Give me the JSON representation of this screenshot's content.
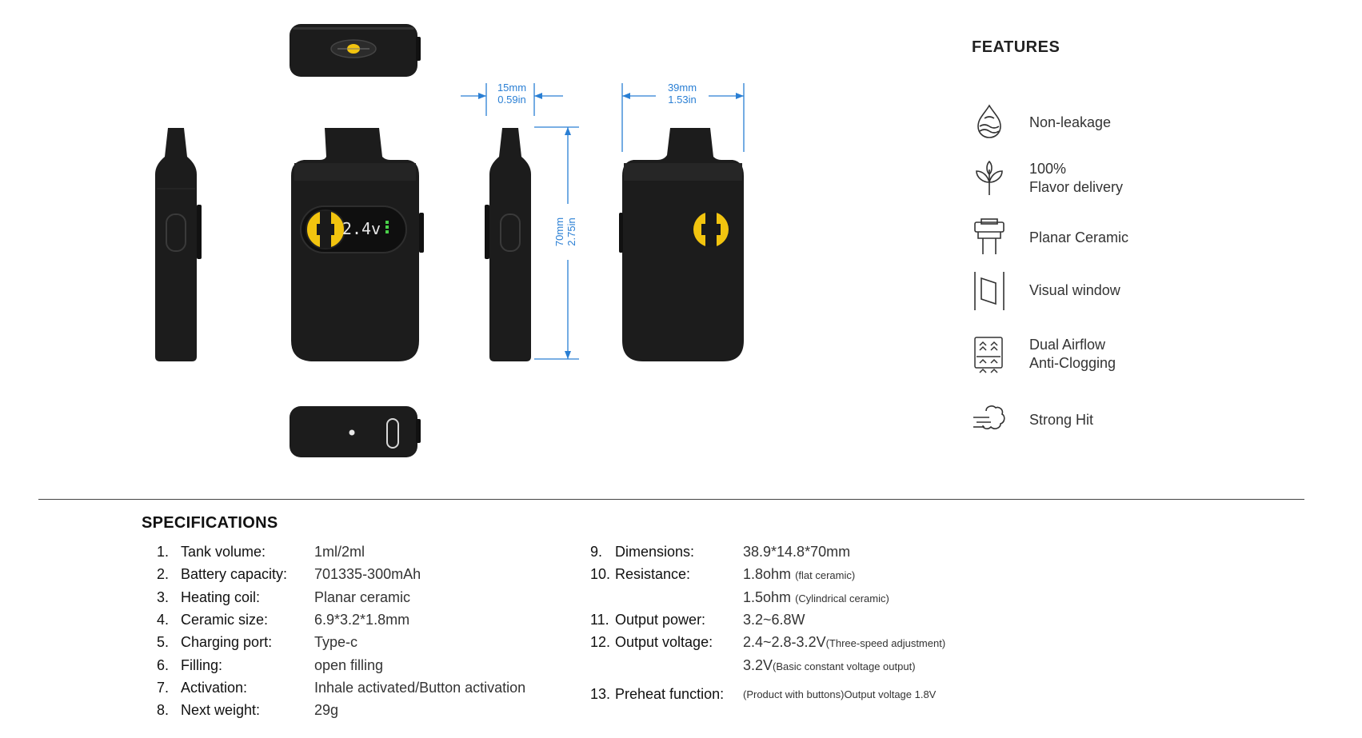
{
  "dimensions": {
    "thickness_mm": "15mm",
    "thickness_in": "0.59in",
    "width_mm": "39mm",
    "width_in": "1.53in",
    "height_mm": "70mm",
    "height_in": "2.75in"
  },
  "display": {
    "voltage_readout": "2.4v"
  },
  "features": {
    "title": "FEATURES",
    "items": [
      {
        "icon": "droplet-icon",
        "line1": "Non-leakage",
        "line2": ""
      },
      {
        "icon": "leaf-icon",
        "line1": "100%",
        "line2": "Flavor delivery"
      },
      {
        "icon": "ceramic-coil-icon",
        "line1": "Planar Ceramic",
        "line2": ""
      },
      {
        "icon": "window-icon",
        "line1": "Visual window",
        "line2": ""
      },
      {
        "icon": "airflow-icon",
        "line1": "Dual Airflow",
        "line2": "Anti-Clogging"
      },
      {
        "icon": "cloud-hit-icon",
        "line1": "Strong Hit",
        "line2": ""
      }
    ]
  },
  "specs": {
    "title": "SPECIFICATIONS",
    "left": [
      {
        "num": "1.",
        "key": "Tank volume:",
        "value": "1ml/2ml"
      },
      {
        "num": "2.",
        "key": "Battery capacity:",
        "value": "701335-300mAh"
      },
      {
        "num": "3.",
        "key": "Heating coil:",
        "value": "Planar ceramic"
      },
      {
        "num": "4.",
        "key": "Ceramic size:",
        "value": "6.9*3.2*1.8mm"
      },
      {
        "num": "5.",
        "key": "Charging port:",
        "value": "Type-c"
      },
      {
        "num": "6.",
        "key": "Filling:",
        "value": "open filling"
      },
      {
        "num": "7.",
        "key": "Activation:",
        "value": "Inhale activated/Button activation"
      },
      {
        "num": "8.",
        "key": "Next weight:",
        "value": "29g"
      }
    ],
    "right": {
      "dimensions": {
        "num": "9.",
        "key": "Dimensions:",
        "value": "38.9*14.8*70mm"
      },
      "resistance": {
        "num": "10.",
        "key": "Resistance:",
        "value1": "1.8ohm",
        "note1": "(flat ceramic)",
        "value2": "1.5ohm",
        "note2": "(Cylindrical ceramic)"
      },
      "output_power": {
        "num": "11.",
        "key": "Output power:",
        "value": "3.2~6.8W"
      },
      "output_voltage": {
        "num": "12.",
        "key": "Output voltage:",
        "value1": "2.4~2.8-3.2V",
        "note1": "(Three-speed adjustment)",
        "value2": "3.2V",
        "note2": "(Basic constant voltage output)"
      },
      "preheat": {
        "num": "13.",
        "key": "Preheat function:",
        "value": "(Product with buttons)Output voltage 1.8V"
      }
    }
  },
  "colors": {
    "device": "#1c1c1c",
    "accent_yellow": "#f2c40f",
    "dimension_blue": "#2a7fd4"
  }
}
